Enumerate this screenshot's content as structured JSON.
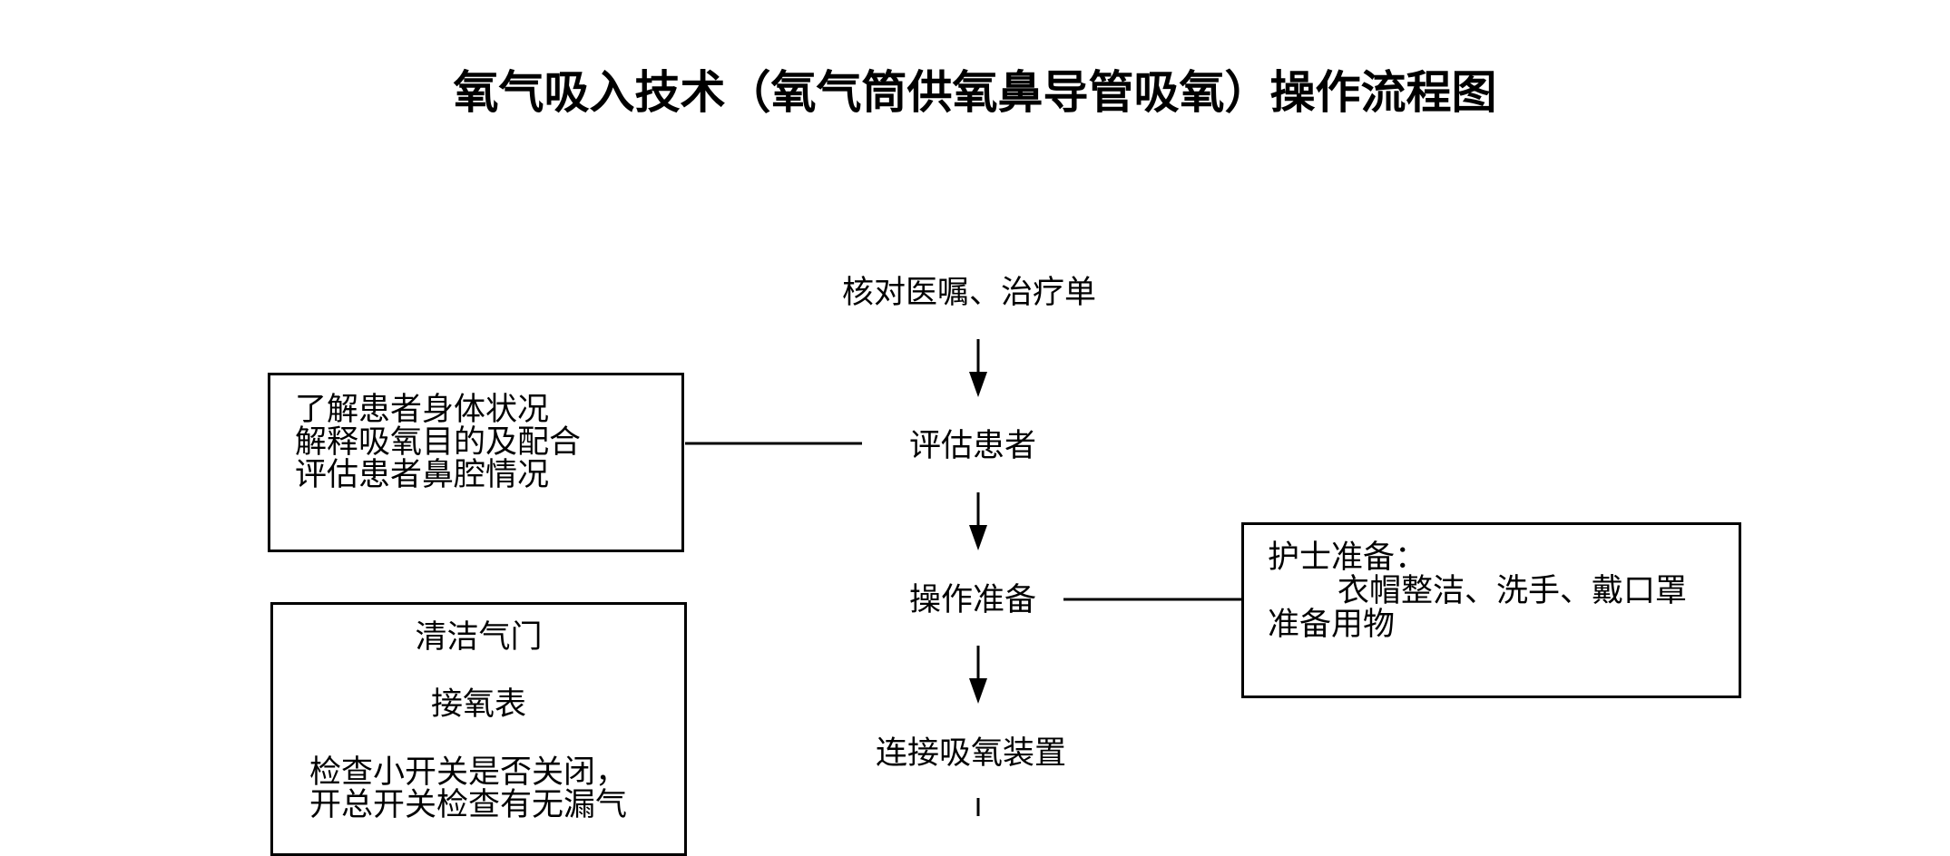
{
  "title": "氧气吸入技术（氧气筒供氧鼻导管吸氧）操作流程图",
  "flow": {
    "steps": [
      {
        "id": "check-orders",
        "label": "核对医嘱、治疗单"
      },
      {
        "id": "assess-patient",
        "label": "评估患者"
      },
      {
        "id": "prepare-operation",
        "label": "操作准备"
      },
      {
        "id": "connect-oxygen-device",
        "label": "连接吸氧装置"
      }
    ],
    "assessment_box": {
      "lines": [
        "了解患者身体状况",
        "解释吸氧目的及配合",
        "评估患者鼻腔情况"
      ]
    },
    "nurse_prep_box": {
      "lines": [
        "护士准备：",
        "衣帽整洁、洗手、戴口罩",
        "准备用物"
      ]
    },
    "device_box": {
      "lines": [
        "清洁气门",
        "接氧表",
        "检查小开关是否关闭，",
        "开总开关检查有无漏气"
      ]
    }
  }
}
